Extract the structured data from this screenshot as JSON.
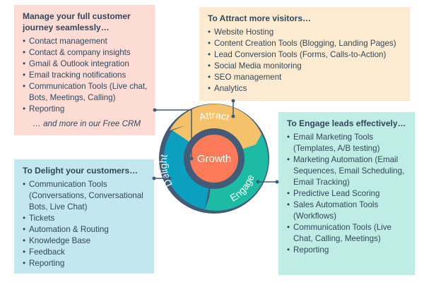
{
  "crm_box": {
    "title": "Manage your full customer journey seamlessly…",
    "items": [
      "Contact management",
      "Contact & company insights",
      "Gmail & Outlook integration",
      "Email tracking notifications",
      "Communication Tools (Live chat, Bots, Meetings, Calling)",
      "Reporting"
    ],
    "footer": "… and more in our Free CRM",
    "color": "#fddcd5"
  },
  "attract_box": {
    "title": "To Attract more visitors…",
    "items": [
      "Website Hosting",
      "Content Creation Tools (Blogging, Landing Pages)",
      "Lead Conversion Tools (Forms, Calls-to-Action)",
      "Social Media monitoring",
      "SEO management",
      "Analytics"
    ],
    "color": "#fcebd0"
  },
  "engage_box": {
    "title": "To Engage leads effectively…",
    "items": [
      "Email Marketing Tools (Templates, A/B testing)",
      "Marketing Automation (Email Sequences, Email Scheduling, Email Tracking)",
      "Predictive Lead Scoring",
      "Sales Automation Tools (Workflows)",
      "Communication Tools (Live Chat, Calling, Meetings)",
      "Reporting"
    ],
    "color": "#c0ece6"
  },
  "delight_box": {
    "title": "To Delight your customers…",
    "items": [
      "Communication Tools (Conversations, Conversational Bots, Live Chat)",
      "Tickets",
      "Automation & Routing",
      "Knowledge Base",
      "Feedback",
      "Reporting"
    ],
    "color": "#c3e7ee"
  },
  "wheel": {
    "center": "Growth",
    "attract": "Attract",
    "engage": "Engage",
    "delight": "Delight",
    "colors": {
      "attract": "#f5c26b",
      "engage": "#1dbba4",
      "delight": "#0ba0bf",
      "center": "#ff7a59",
      "ring": "#425b76"
    }
  }
}
